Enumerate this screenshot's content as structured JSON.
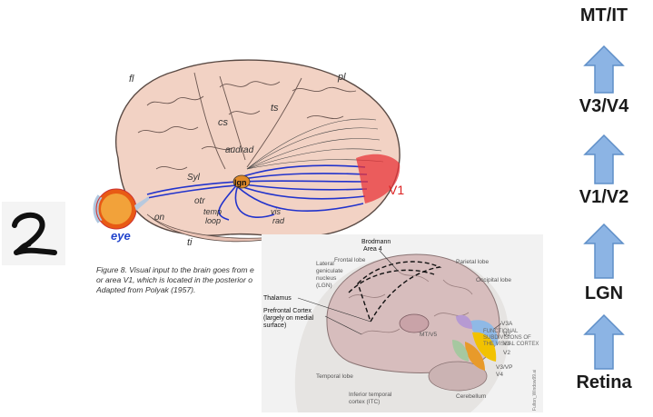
{
  "digit": {
    "value": "2"
  },
  "figure1": {
    "labels": {
      "fl": "fl",
      "pl": "pl",
      "cs": "cs",
      "ts": "ts",
      "audrad": "audrad",
      "syl": "Syl",
      "lgn": "lgn",
      "v1": "V1",
      "otr": "otr",
      "on": "on",
      "temp": "temp",
      "loop": "loop",
      "vis": "vis",
      "rad": "rad",
      "ti": "ti",
      "eye": "eye"
    },
    "caption": [
      "Figure 8. Visual input to the brain goes from e",
      "or area V1, which is located in the posterior o",
      "Adapted from Polyak (1957)."
    ]
  },
  "figure2": {
    "labels": {
      "brodmann": "Brodmann",
      "area4": "Area 4",
      "frontal_lobe": "Frontal lobe",
      "parietal_lobe": "Parietal lobe",
      "occipital_lobe": "Occipital lobe",
      "lgn1": "Lateral",
      "lgn2": "geniculate",
      "lgn3": "nucleus",
      "lgn4": "(LGN)",
      "thalamus": "Thalamus",
      "pfc1": "Prefrontal Cortex",
      "pfc2": "(largely on medial",
      "pfc3": "surface)",
      "mtv5": "MT/V5",
      "v3a": "V3A",
      "v2a": "V2",
      "v1": "V1",
      "v2b": "V2",
      "v3vp": "V3/VP",
      "v4": "V4",
      "func1": "FUNCTIONAL",
      "func2": "SUBDIVISIONS OF",
      "func3": "THE VISUAL CORTEX",
      "temporal_lobe": "Temporal lobe",
      "itc1": "Inferior temporal",
      "itc2": "cortex (ITC)",
      "cerebellum": "Cerebellum",
      "credit": "Fulton_Window99.ai"
    }
  },
  "hierarchy": {
    "levels": [
      "MT/IT",
      "V3/V4",
      "V1/V2",
      "LGN",
      "Retina"
    ],
    "colors": {
      "arrow_fill": "#8cb4e4",
      "arrow_stroke": "#5f8fc8",
      "text": "#1a1a1a"
    }
  }
}
